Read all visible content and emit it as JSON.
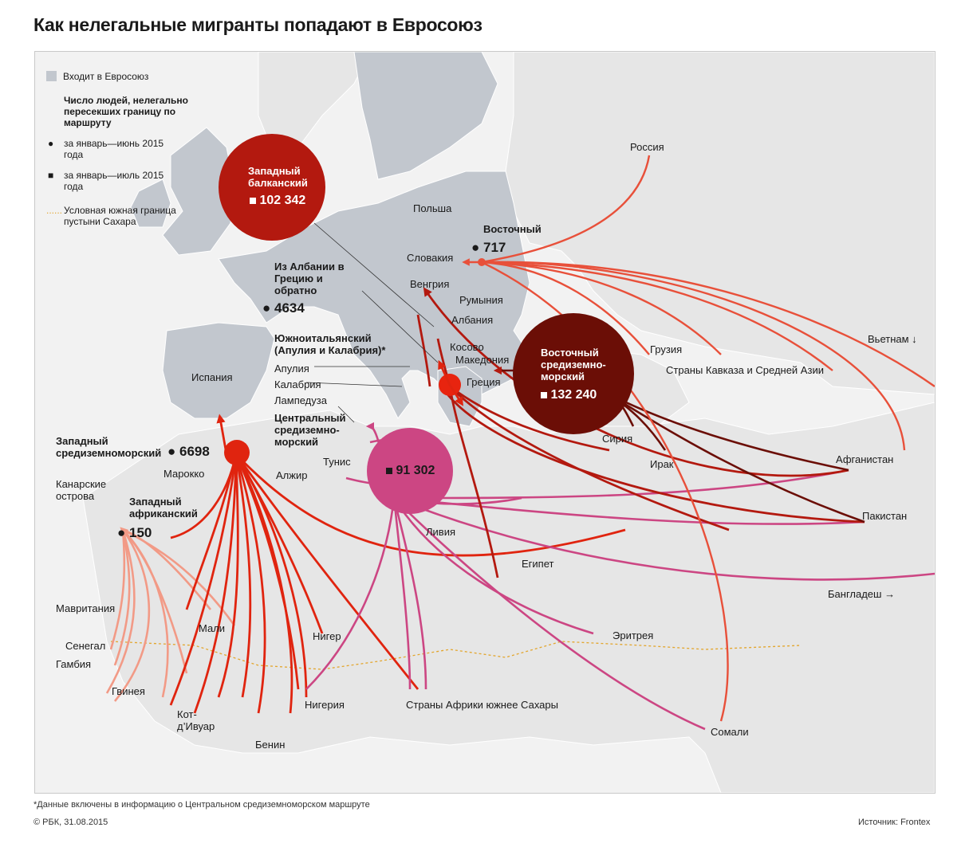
{
  "title": "Как нелегальные мигранты попадают в Евросоюз",
  "legend": {
    "eu": "Входит в Евросоюз",
    "count_title": "Число людей, нелегально пересекших границу по маршруту",
    "dot": "за январь—июнь 2015 года",
    "square": "за январь—июль 2015 года",
    "sahara": "Условная южная граница пустыни Сахара"
  },
  "routes": {
    "west_balkan": {
      "name": "Западный балканский",
      "value": "102 342"
    },
    "east_med": {
      "name": "Восточный средиземно-морский",
      "value": "132 240"
    },
    "central_med": {
      "name": "Центральный средиземно-морский",
      "value": "91 302"
    },
    "eastern": {
      "name": "Восточный",
      "value": "717"
    },
    "albania": {
      "name": "Из Албании в Грецию и обратно",
      "value": "4634"
    },
    "south_italy": {
      "name": "Южноитальянский (Апулия и Калабрия)*"
    },
    "west_med": {
      "name": "Западный средиземноморский",
      "value": "6698"
    },
    "west_africa": {
      "name": "Западный африканский",
      "value": "150"
    }
  },
  "places": {
    "russia": "Россия",
    "poland": "Польша",
    "slovakia": "Словакия",
    "hungary": "Венгрия",
    "romania": "Румыния",
    "albania": "Албания",
    "kosovo": "Косово",
    "macedonia": "Македония",
    "greece": "Греция",
    "georgia": "Грузия",
    "caucasus": "Страны Кавказа и Средней Азии",
    "vietnam": "Вьетнам ↓",
    "spain": "Испания",
    "apulia": "Апулия",
    "calabria": "Калабрия",
    "lampedusa": "Лампедуза",
    "tunisia": "Тунис",
    "algeria": "Алжир",
    "morocco": "Марокко",
    "canary": "Канарские острова",
    "syria": "Сирия",
    "iraq": "Ирак",
    "afghanistan": "Афганистан",
    "pakistan": "Пакистан",
    "libya": "Ливия",
    "egypt": "Египет",
    "bangladesh": "Бангладеш →",
    "mauritania": "Мавритания",
    "mali": "Мали",
    "niger": "Нигер",
    "senegal": "Сенегал",
    "gambia": "Гамбия",
    "guinea": "Гвинея",
    "ivory": "Кот-д’Ивуар",
    "nigeria": "Нигерия",
    "benin": "Бенин",
    "subsahara": "Страны Африки южнее Сахары",
    "eritrea": "Эритрея",
    "somalia": "Сомали"
  },
  "footnote": "*Данные включены в информацию о Центральном средиземноморском маршруте",
  "copyright": "© РБК, 31.08.2015",
  "source": "Источник: Frontex",
  "colors": {
    "eu": "#c2c7ce",
    "land": "#e6e6e6",
    "sea": "#f2f2f2",
    "west_balkan": "#b3190f",
    "east_med": "#6b0e06",
    "central_med": "#cc4683",
    "west_red": "#e0240f",
    "eastern": "#e8503a",
    "west_africa": "#f29a86"
  }
}
